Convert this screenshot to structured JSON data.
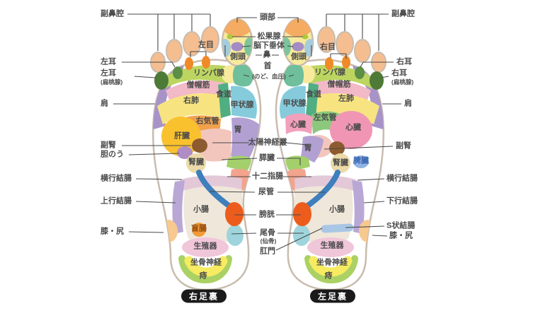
{
  "feet": {
    "left": {
      "caption": "右足裏",
      "zones": {
        "left_eye": "左目",
        "temporal": "側頭",
        "lymph": "リンパ腺",
        "trapezius": "僧帽筋",
        "right_lung": "右肺",
        "esophagus": "食道",
        "thyroid": "甲状腺",
        "right_trachea": "右気管",
        "stomach": "胃",
        "liver": "肝臓",
        "kidney": "腎臓",
        "small_intestine": "小腸",
        "cecum": "盲腸",
        "genitals": "生殖器",
        "sciatic_nerve": "坐骨神経",
        "hemorrhoids": "痔"
      }
    },
    "right": {
      "caption": "左足裏",
      "zones": {
        "right_eye": "右目",
        "temporal": "側頭",
        "lymph": "リンパ腺",
        "trapezius": "僧帽筋",
        "left_lung": "左肺",
        "esophagus": "食道",
        "thyroid": "甲状腺",
        "left_trachea": "左気管",
        "heart_upper": "心臓",
        "heart": "心臓",
        "stomach": "胃",
        "kidney": "腎臓",
        "spleen": "脾臓",
        "small_intestine": "小腸",
        "genitals": "生殖器",
        "sciatic_nerve": "坐骨神経",
        "hemorrhoids": "痔"
      }
    }
  },
  "left_labels": {
    "sinus": "副鼻腔",
    "ear": "左耳",
    "ear_tonsil": "左耳",
    "ear_tonsil_sub": "(扁桃腺)",
    "shoulder": "肩",
    "adrenal": "副腎",
    "gallbladder": "胆のう",
    "transverse_colon": "横行結腸",
    "ascending_colon": "上行結腸",
    "knee_hip": "膝・尻"
  },
  "right_labels": {
    "sinus": "副鼻腔",
    "ear": "右耳",
    "ear_tonsil": "右耳",
    "ear_tonsil_sub": "(扁桃腺)",
    "shoulder": "肩",
    "adrenal": "副腎",
    "transverse_colon": "横行結腸",
    "descending_colon": "下行結腸",
    "sigmoid_colon": "S状結腸",
    "knee_hip": "膝・尻"
  },
  "center_labels": {
    "head": "頭部",
    "pineal": "松果腺",
    "pituitary": "脳下垂体",
    "nose": "鼻",
    "neck": "首",
    "neck_sub": "(のど、血圧)",
    "solar_plexus": "太陽神経叢",
    "pancreas": "膵臓",
    "duodenum": "十二指腸",
    "ureter": "尿管",
    "bladder": "膀胱",
    "coccyx": "尾骨",
    "coccyx_sub": "(仙骨)",
    "anus": "肛門"
  },
  "colors": {
    "outline": "#C9BCAE",
    "toe": "#F5BE90",
    "big_toe": "#F8EA9C",
    "head_cap": "#F5AB62",
    "temporal_patch": "#A5CBDD",
    "pineal_dot": "#AFC83D",
    "pituitary": "#A58BC4",
    "eye": "#F08A28",
    "ear": "#5C8F45",
    "ear_tonsil": "#4E7A38",
    "shoulder": "#A893C9",
    "lymph": "#BCD561",
    "trapezius": "#F2B9C7",
    "lung": "#F7E480",
    "esophagus": "#4FAE82",
    "thyroid": "#85CBDC",
    "neck": "#6FBE9C",
    "right_trachea": "#F0A14C",
    "left_trachea": "#8BC87C",
    "solar_plexus": "#F2C6BC",
    "stomach": "#B2A0D2",
    "pancreas": "#A3D06B",
    "duodenum": "#F2A48E",
    "liver": "#F9C12E",
    "adrenal": "#8C5B2F",
    "gallbladder": "#B08CC6",
    "kidney": "#EBD9A8",
    "spleen": "#8FB4E3",
    "heart": "#F096B4",
    "small_intestine": "#EFE7DA",
    "transverse_colon": "#E3C8D8",
    "colon": "#B9A8D6",
    "ureter": "#3E7FBC",
    "bladder": "#EC5C1C",
    "coccyx": "#9FD4DC",
    "cecum": "#F29B38",
    "knee_hip": "#F8C98F",
    "genitals": "#F0C6D9",
    "sciatic": "#F6EB61",
    "hemorrhoids": "#ABD164",
    "badge_bg": "#1A1A1A",
    "label_text": "#4A4A4A"
  }
}
